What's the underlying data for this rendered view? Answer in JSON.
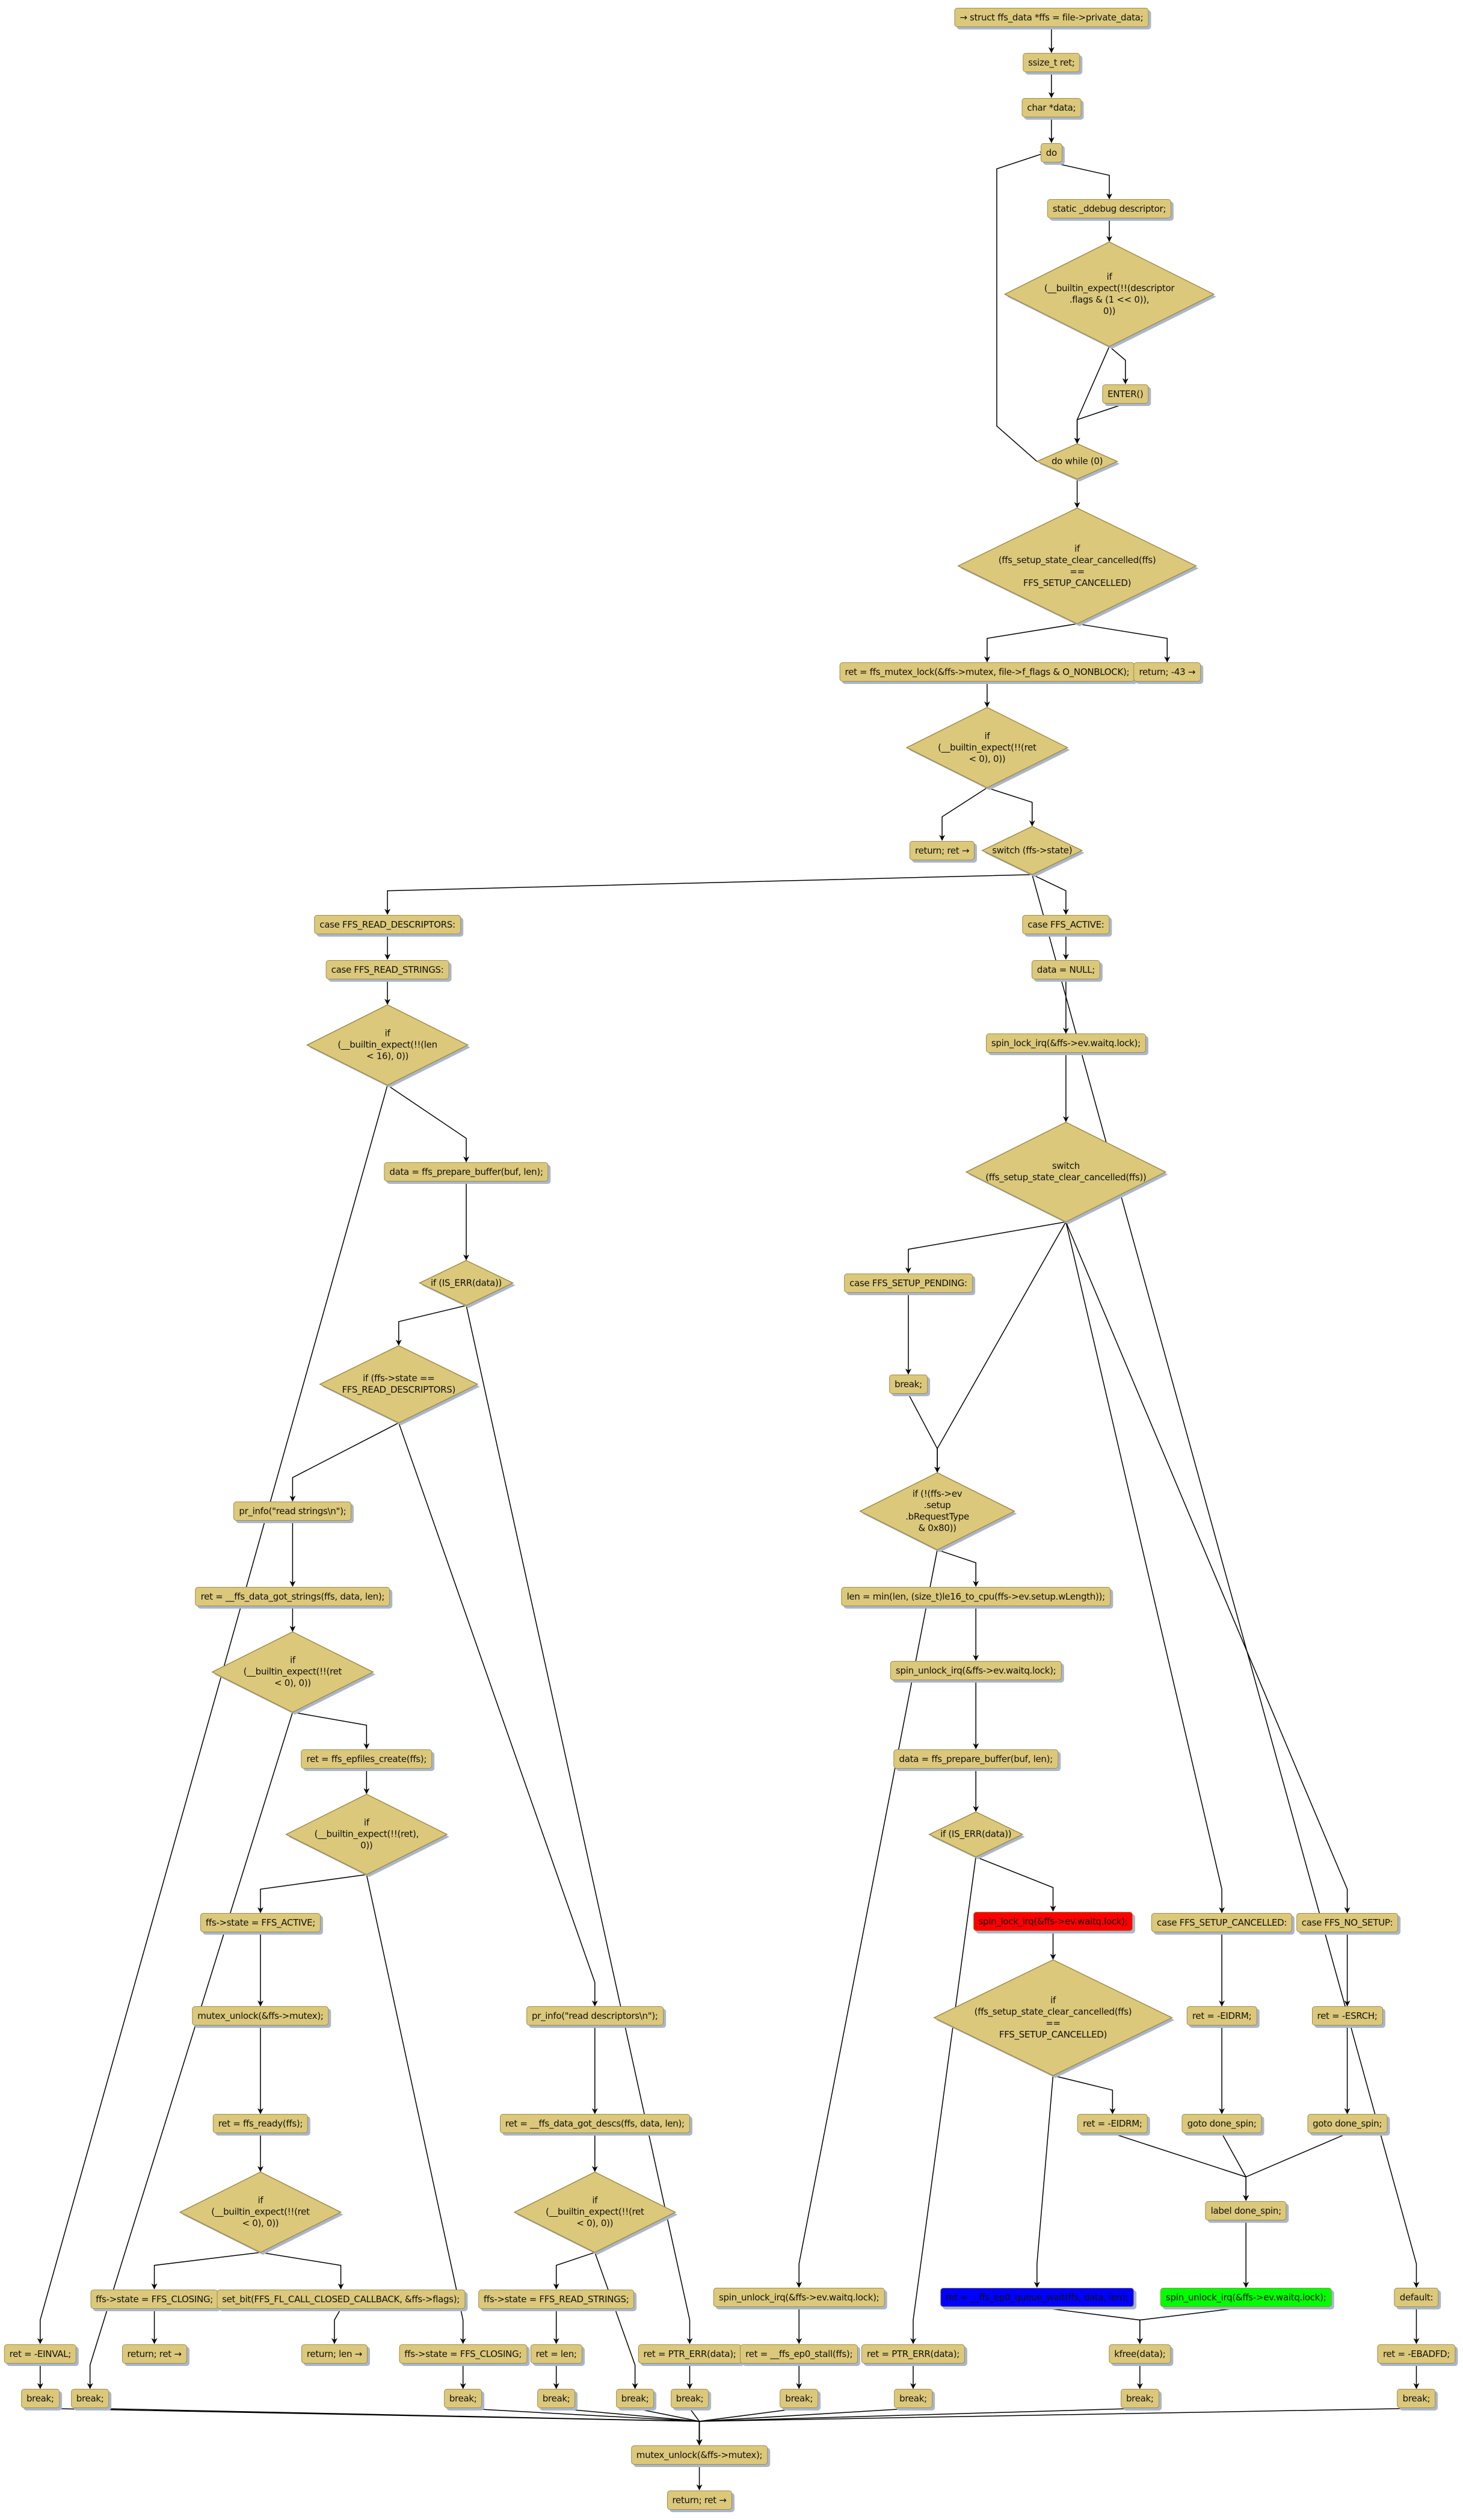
{
  "colors": {
    "node": "#dbc87b",
    "node_border": "#a08c4a",
    "shadow": "#a9b6cc",
    "highlight_red": "#ff0000",
    "highlight_blue": "#0000ff",
    "highlight_green": "#00ff00"
  },
  "labels": {
    "break": "break;"
  },
  "nodes": {
    "n1": "→ struct ffs_data *ffs = file->private_data;",
    "n2": "ssize_t ret;",
    "n3": "char *data;",
    "n4": "do",
    "n5": "static _ddebug descriptor;",
    "d1": "if\n(__builtin_expect(!!(descriptor\n.flags & (1 << 0)),\n0))",
    "n6": "ENTER()",
    "d2": "do while (0)",
    "d3": "if\n(ffs_setup_state_clear_cancelled(ffs)\n==\nFFS_SETUP_CANCELLED)",
    "n7": "ret = ffs_mutex_lock(&ffs->mutex, file->f_flags & O_NONBLOCK);",
    "n8": "return; -43 →",
    "d4": "if\n(__builtin_expect(!!(ret\n< 0), 0))",
    "n9": "return; ret →",
    "d5": "switch (ffs->state)",
    "n10": "case FFS_READ_DESCRIPTORS:",
    "n11": "case FFS_READ_STRINGS:",
    "d6": "if\n(__builtin_expect(!!(len\n< 16), 0))",
    "n12": "data = ffs_prepare_buffer(buf, len);",
    "d7": "if (IS_ERR(data))",
    "d8": "if (ffs->state ==\nFFS_READ_DESCRIPTORS)",
    "n13": "pr_info(\"read strings\\n\");",
    "n14": "ret = __ffs_data_got_strings(ffs, data, len);",
    "d9": "if\n(__builtin_expect(!!(ret\n< 0), 0))",
    "n15": "ret = ffs_epfiles_create(ffs);",
    "d10": "if\n(__builtin_expect(!!(ret),\n0))",
    "n16": "ffs->state = FFS_ACTIVE;",
    "n17": "mutex_unlock(&ffs->mutex);",
    "n18": "ret = ffs_ready(ffs);",
    "d11": "if\n(__builtin_expect(!!(ret\n< 0), 0))",
    "n19": "ffs->state = FFS_CLOSING;",
    "n20": "set_bit(FFS_FL_CALL_CLOSED_CALLBACK, &ffs->flags);",
    "n21": "return; ret →",
    "n22": "return; len →",
    "n23": "ffs->state = FFS_CLOSING;",
    "n24": "pr_info(\"read descriptors\\n\");",
    "n25": "ret = __ffs_data_got_descs(ffs, data, len);",
    "d12": "if\n(__builtin_expect(!!(ret\n< 0), 0))",
    "n26": "ffs->state = FFS_READ_STRINGS;",
    "n27": "ret = len;",
    "n28": "ret = PTR_ERR(data);",
    "n29": "ret = -EINVAL;",
    "n30": "mutex_unlock(&ffs->mutex);",
    "n31": "return; ret →",
    "n32": "case FFS_ACTIVE:",
    "n33": "data = NULL;",
    "n34": "spin_lock_irq(&ffs->ev.waitq.lock);",
    "d13": "switch\n(ffs_setup_state_clear_cancelled(ffs))",
    "n35": "case FFS_SETUP_PENDING:",
    "n36": "break;",
    "d14": "if (!(ffs->ev\n.setup\n.bRequestType\n& 0x80))",
    "n37": "len = min(len, (size_t)le16_to_cpu(ffs->ev.setup.wLength));",
    "n38": "spin_unlock_irq(&ffs->ev.waitq.lock);",
    "n39": "data = ffs_prepare_buffer(buf, len);",
    "d15": "if (IS_ERR(data))",
    "n40": "spin_lock_irq(&ffs->ev.waitq.lock);",
    "d16": "if\n(ffs_setup_state_clear_cancelled(ffs)\n==\nFFS_SETUP_CANCELLED)",
    "n41": "ret = -EIDRM;",
    "n42": "ret = __ffs_ep0_queue_wait(ffs, data, len);",
    "n43": "case FFS_SETUP_CANCELLED:",
    "n44": "ret = -EIDRM;",
    "n45": "goto done_spin;",
    "n46": "case FFS_NO_SETUP:",
    "n47": "ret = -ESRCH;",
    "n48": "goto done_spin;",
    "n49": "label done_spin;",
    "n50": "spin_unlock_irq(&ffs->ev.waitq.lock);",
    "n51": "kfree(data);",
    "n52": "spin_unlock_irq(&ffs->ev.waitq.lock);",
    "n53": "ret = __ffs_ep0_stall(ffs);",
    "n54": "ret = PTR_ERR(data);",
    "n55": "default:",
    "n56": "ret = -EBADFD;"
  }
}
